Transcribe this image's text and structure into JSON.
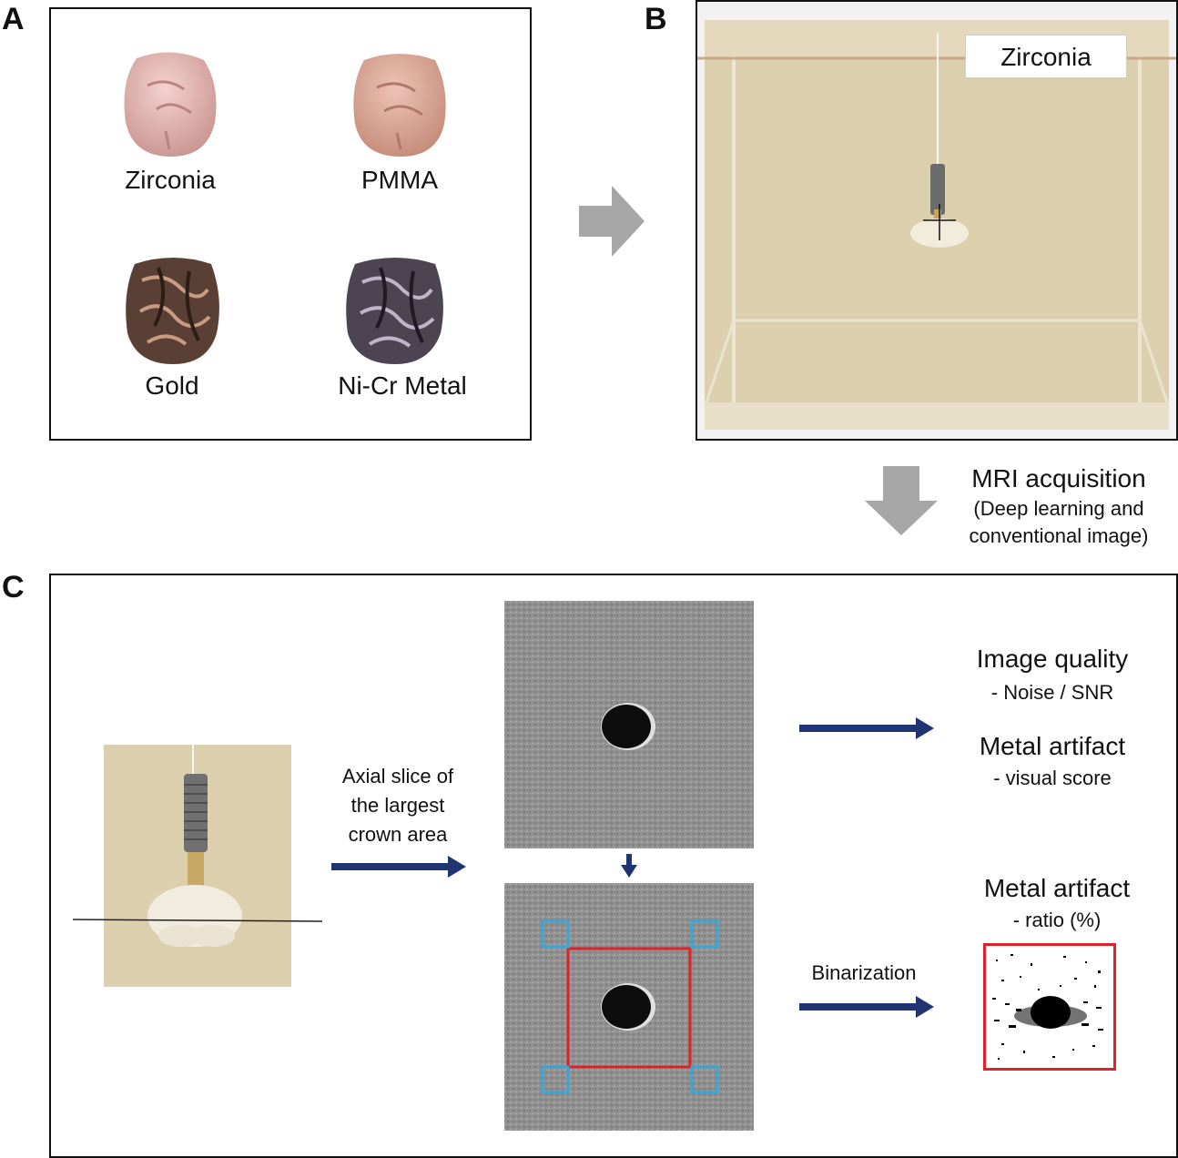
{
  "panels": {
    "a": "A",
    "b": "B",
    "c": "C"
  },
  "crowns": [
    {
      "label": "Zirconia",
      "color": "#e3b9b6"
    },
    {
      "label": "PMMA",
      "color": "#dfab9c"
    },
    {
      "label": "Gold",
      "color": "#5a3f34"
    },
    {
      "label": "Ni-Cr Metal",
      "color": "#4c4451"
    }
  ],
  "phantom": {
    "tag": "Zirconia"
  },
  "mri": {
    "title": "MRI acquisition",
    "line1": "(Deep learning and",
    "line2": "conventional image)"
  },
  "slice_label": {
    "line1": "Axial slice of",
    "line2": "the largest",
    "line3": "crown area"
  },
  "outputs": {
    "iq_title": "Image quality",
    "iq_sub": "- Noise / SNR",
    "ma_title": "Metal artifact",
    "ma_sub": "- visual score",
    "ratio_title": "Metal artifact",
    "ratio_sub": "- ratio (%)"
  },
  "binarization": "Binarization",
  "colors": {
    "arrow_gray": "#a6a6a6",
    "arrow_navy": "#1f3470",
    "roi_red": "#e0202a",
    "roi_blue": "#3aa6d8",
    "phantom_bg": "#dccfae"
  }
}
